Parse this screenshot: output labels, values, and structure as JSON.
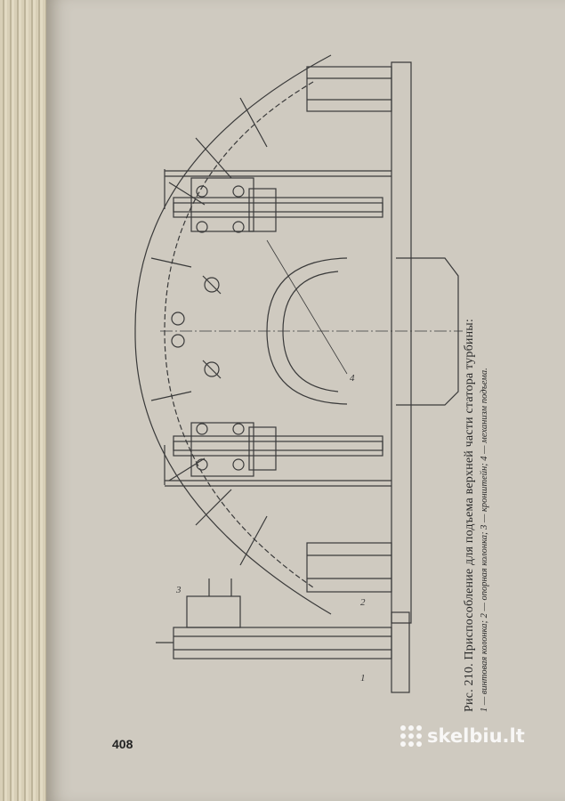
{
  "caption": {
    "title": "Рис. 210. Приспособление для подъема верхней части статора турбины:",
    "legend": "1 — винтовая колонка; 2 — опорная колонка; 3 — кронштейн; 4 — механизм подъема."
  },
  "drawing_labels": {
    "label_1": "1",
    "label_2": "2",
    "label_3": "3",
    "label_4": "4"
  },
  "page_number": "408",
  "watermark": "skelbiu.lt"
}
